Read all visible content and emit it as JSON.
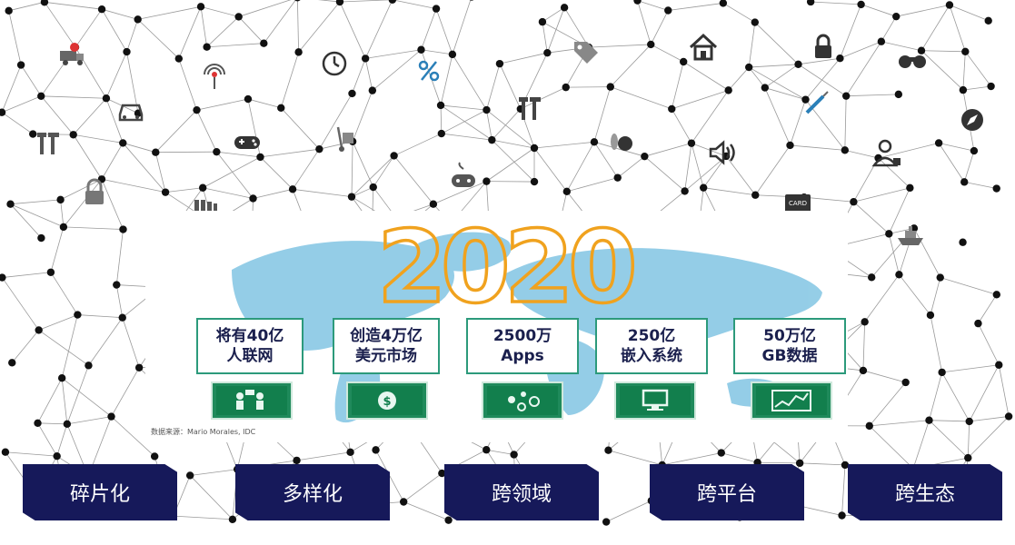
{
  "year_digits": [
    "2",
    "0",
    "2",
    "0"
  ],
  "stats": [
    {
      "line1": "将有40亿",
      "line2": "人联网",
      "icon": "people-network-icon"
    },
    {
      "line1": "创造4万亿",
      "line2": "美元市场",
      "icon": "dollar-icon"
    },
    {
      "line1": "2500万",
      "line2": "Apps",
      "icon": "apps-icon"
    },
    {
      "line1": "250亿",
      "line2": "嵌入系统",
      "icon": "monitor-icon"
    },
    {
      "line1": "50万亿",
      "line2": "GB数据",
      "icon": "chart-icon"
    }
  ],
  "source_note": "数据来源：Mario Morales, IDC",
  "bottom_labels": [
    "碎片化",
    "多样化",
    "跨领域",
    "跨平台",
    "跨生态"
  ],
  "colors": {
    "dark_navy": "#16195a",
    "teal_border": "#2c9a7b",
    "gold": "#f0a21e",
    "map_blue": "#8fcbe6",
    "icon_green": "#1f8a5b"
  },
  "card_icon_text": "CARD"
}
